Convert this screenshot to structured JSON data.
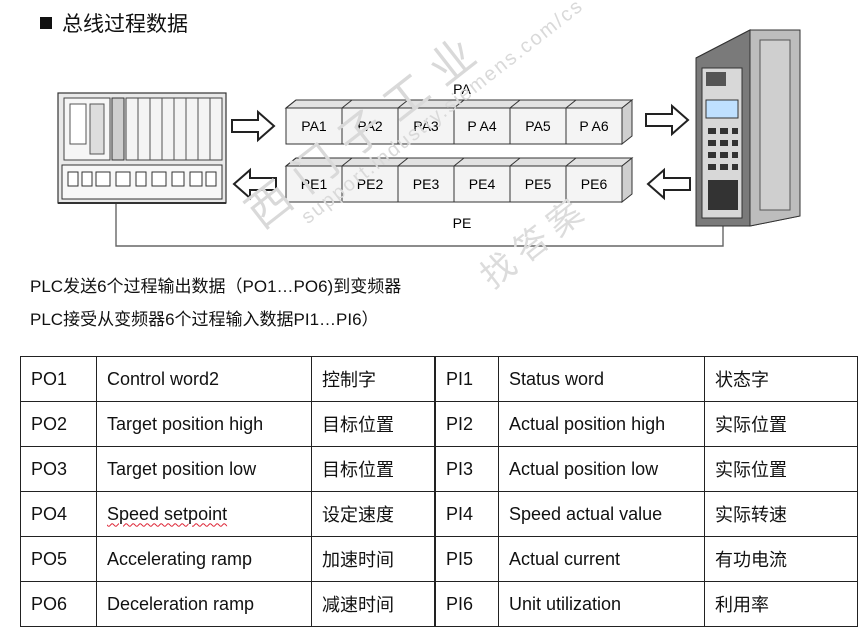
{
  "title": "总线过程数据",
  "diagram": {
    "pa_label": "PA",
    "pe_label": "PE",
    "pa_cells": [
      "PA1",
      "PA2",
      "PA3",
      "P A4",
      "PA5",
      "P A6"
    ],
    "pe_cells": [
      "PE1",
      "PE2",
      "PE3",
      "PE4",
      "PE5",
      "PE6"
    ]
  },
  "description": {
    "line1": "PLC发送6个过程输出数据（PO1…PO6)到变频器",
    "line2": "PLC接受从变频器6个过程输入数据PI1…PI6）"
  },
  "table": {
    "rows": [
      {
        "po": "PO1",
        "po_name": "Control word2",
        "po_zh": "控制字",
        "pi": "PI1",
        "pi_name": "Status word",
        "pi_zh": "状态字"
      },
      {
        "po": "PO2",
        "po_name": "Target position high",
        "po_zh": "目标位置",
        "pi": "PI2",
        "pi_name": "Actual position high",
        "pi_zh": "实际位置"
      },
      {
        "po": "PO3",
        "po_name": "Target position low",
        "po_zh": "目标位置",
        "pi": "PI3",
        "pi_name": "Actual position low",
        "pi_zh": "实际位置"
      },
      {
        "po": "PO4",
        "po_name": "Speed setpoint",
        "po_zh": "设定速度",
        "pi": "PI4",
        "pi_name": "Speed actual value",
        "pi_zh": "实际转速"
      },
      {
        "po": "PO5",
        "po_name": "Accelerating ramp",
        "po_zh": "加速时间",
        "pi": "PI5",
        "pi_name": "Actual current",
        "pi_zh": "有功电流"
      },
      {
        "po": "PO6",
        "po_name": "Deceleration ramp",
        "po_zh": "减速时间",
        "pi": "PI6",
        "pi_name": "Unit utilization",
        "pi_zh": "利用率"
      }
    ]
  },
  "watermark": {
    "big": "西门子工业",
    "mid": "找答案",
    "small": "support.industry.siemens.com/cs"
  },
  "colors": {
    "box_fill": "#f4f4f4",
    "box_stroke": "#333333",
    "device_gray": "#8f8f8f"
  }
}
